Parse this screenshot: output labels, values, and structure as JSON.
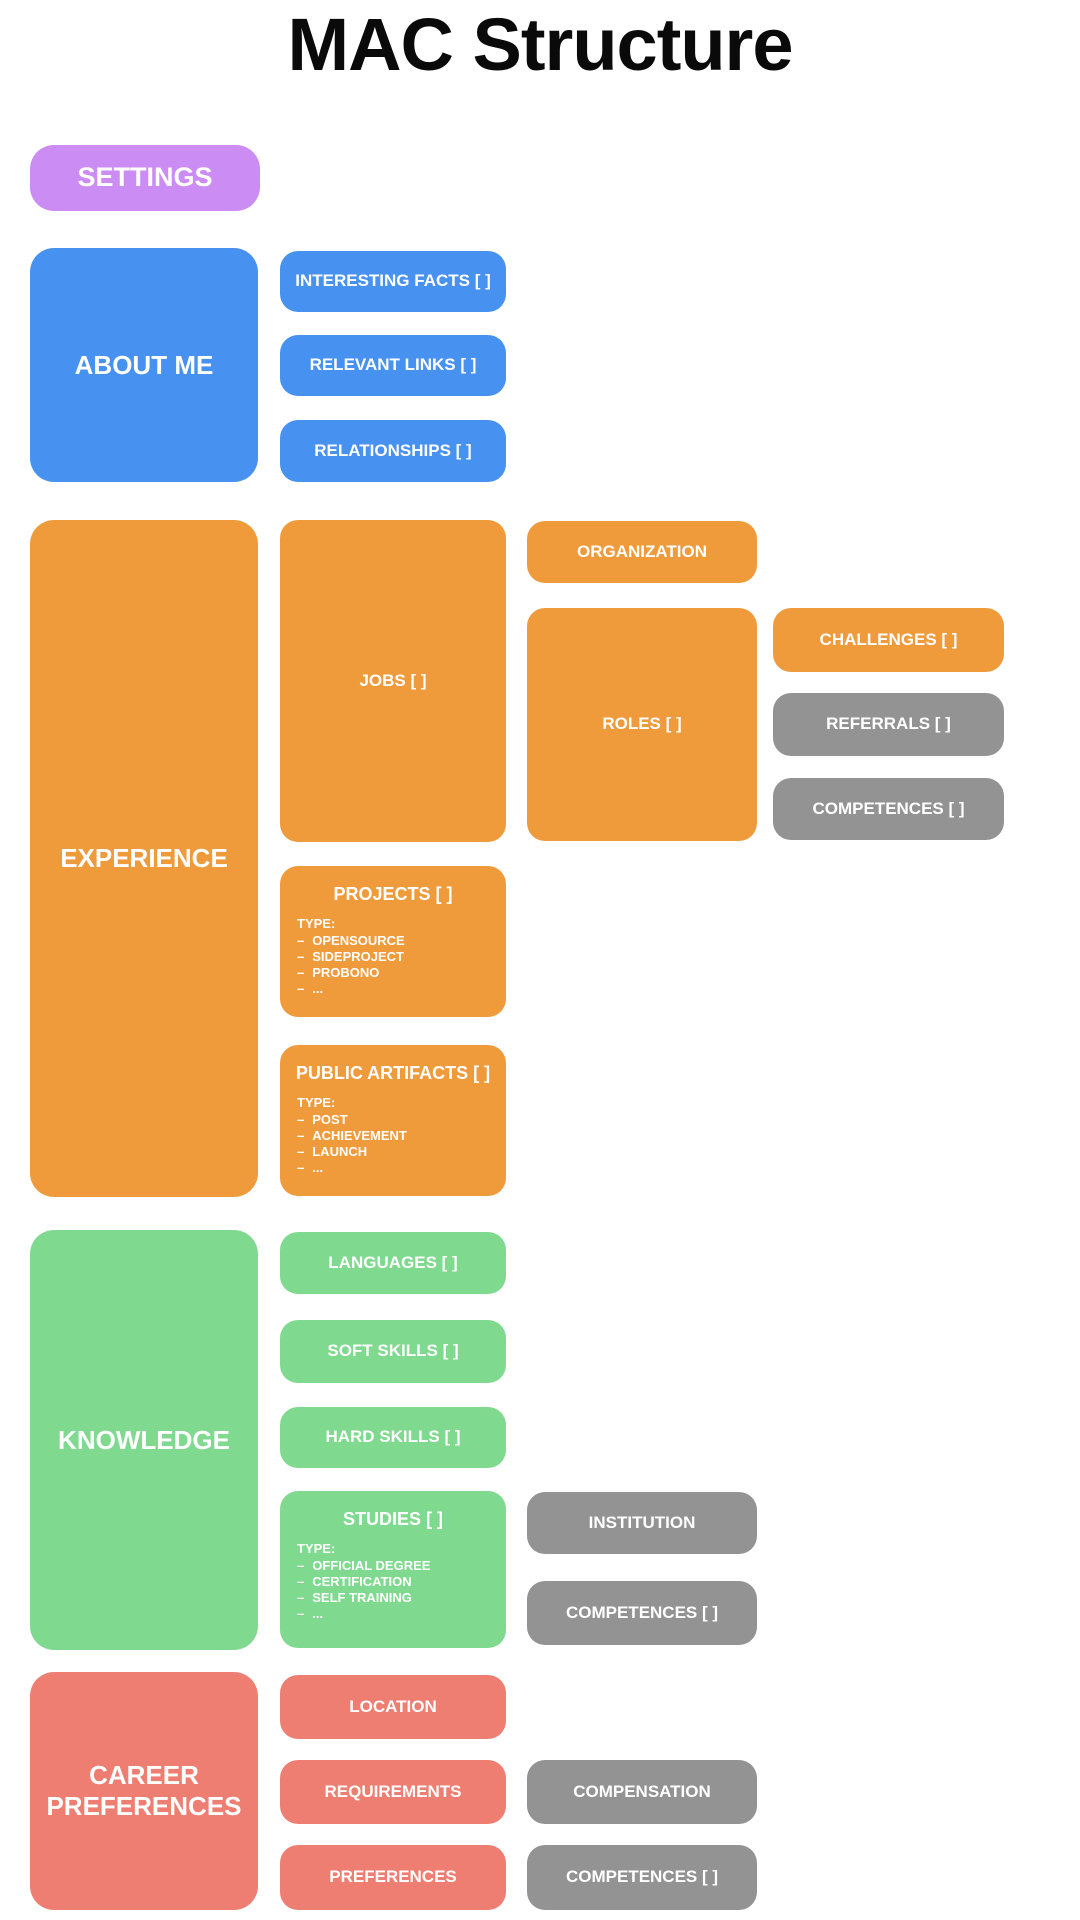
{
  "title": "MAC Structure",
  "colors": {
    "purple": "#cb8cf4",
    "blue": "#4791f0",
    "orange": "#ef9b3c",
    "green": "#7fd98e",
    "salmon": "#ef7e72",
    "gray": "#939393"
  },
  "sections": {
    "settings": {
      "label": "SETTINGS"
    },
    "about": {
      "label": "ABOUT ME",
      "interesting_facts": "INTERESTING FACTS [ ]",
      "relevant_links": "RELEVANT LINKS [ ]",
      "relationships": "RELATIONSHIPS [ ]"
    },
    "experience": {
      "label": "EXPERIENCE",
      "jobs": "JOBS [ ]",
      "organization": "ORGANIZATION",
      "roles": "ROLES [ ]",
      "challenges": "CHALLENGES [ ]",
      "referrals": "REFERRALS [ ]",
      "competences": "COMPETENCES [ ]",
      "projects": {
        "label": "PROJECTS [ ]",
        "type_heading": "TYPE:",
        "types": [
          "OPENSOURCE",
          "SIDEPROJECT",
          "PROBONO",
          "..."
        ]
      },
      "public_artifacts": {
        "label": "PUBLIC ARTIFACTS [ ]",
        "type_heading": "TYPE:",
        "types": [
          "POST",
          "ACHIEVEMENT",
          "LAUNCH",
          "..."
        ]
      }
    },
    "knowledge": {
      "label": "KNOWLEDGE",
      "languages": "LANGUAGES [ ]",
      "soft_skills": "SOFT SKILLS [ ]",
      "hard_skills": "HARD SKILLS [ ]",
      "studies": {
        "label": "STUDIES [ ]",
        "type_heading": "TYPE:",
        "types": [
          "OFFICIAL DEGREE",
          "CERTIFICATION",
          "SELF TRAINING",
          "..."
        ]
      },
      "institution": "INSTITUTION",
      "competences": "COMPETENCES [ ]"
    },
    "career": {
      "label": "CAREER PREFERENCES",
      "location": "LOCATION",
      "requirements": "REQUIREMENTS",
      "preferences": "PREFERENCES",
      "compensation": "COMPENSATION",
      "competences": "COMPETENCES [ ]"
    }
  }
}
